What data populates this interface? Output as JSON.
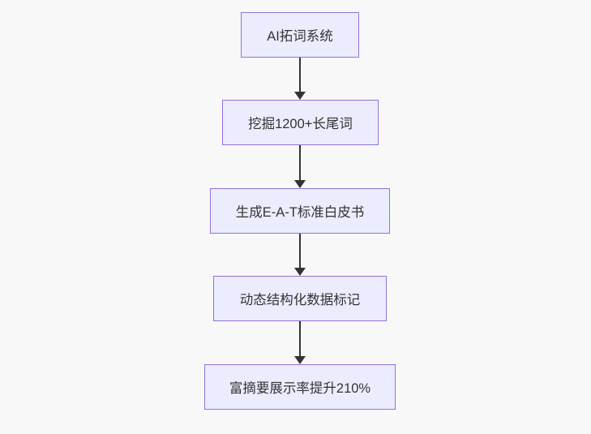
{
  "page": {
    "background_color": "#f8f8f8"
  },
  "flowchart": {
    "type": "flowchart",
    "direction": "top-down",
    "node_fill_color": "#ececff",
    "node_border_color": "#9370db",
    "node_text_color": "#333333",
    "arrow_color": "#333333",
    "nodes": [
      {
        "label": "AI拓词系统"
      },
      {
        "label": "挖掘1200+长尾词"
      },
      {
        "label": "生成E-A-T标准白皮书"
      },
      {
        "label": "动态结构化数据标记"
      },
      {
        "label": "富摘要展示率提升210%"
      }
    ],
    "edges": [
      {
        "from": "AI拓词系统",
        "to": "挖掘1200+长尾词"
      },
      {
        "from": "挖掘1200+长尾词",
        "to": "生成E-A-T标准白皮书"
      },
      {
        "from": "生成E-A-T标准白皮书",
        "to": "动态结构化数据标记"
      },
      {
        "from": "动态结构化数据标记",
        "to": "富摘要展示率提升210%"
      }
    ]
  }
}
